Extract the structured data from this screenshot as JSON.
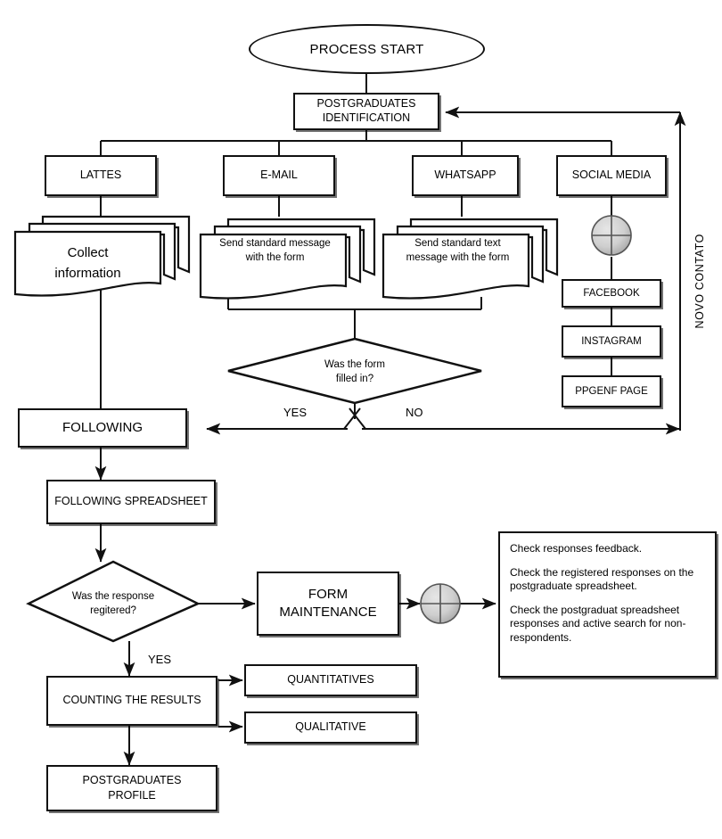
{
  "diagram": {
    "title": "Postgraduates identification and follow-up process flowchart",
    "nodes": {
      "process_start": "PROCESS START",
      "postgraduates_identification": "POSTGRADUATES\nIDENTIFICATION",
      "lattes": "LATTES",
      "email": "E-MAIL",
      "whatsapp": "WHATSAPP",
      "social_media": "SOCIAL MEDIA",
      "collect_information": "Collect\ninformation",
      "send_standard_message": "Send standard message\nwith the form",
      "send_standard_text": "Send standard text\nmessage with the form",
      "facebook": "FACEBOOK",
      "instagram": "INSTAGRAM",
      "ppgenf_page": "PPGENF PAGE",
      "decision_form_filled": "Was the form\nfilled in?",
      "following": "FOLLOWING",
      "following_spreadsheet": "FOLLOWING SPREADSHEET",
      "decision_response_registered": "Was the response\nregitered?",
      "form_maintenance": "FORM\nMAINTENANCE",
      "counting_the_results": "COUNTING THE RESULTS",
      "quantitatives": "QUANTITATIVES",
      "qualitative": "QUALITATIVE",
      "postgraduates_profile": "POSTGRADUATES\nPROFILE"
    },
    "edge_labels": {
      "yes_form": "YES",
      "no_form": "NO",
      "yes_registered": "YES"
    },
    "loop_label": "NOVO CONTATO",
    "note": {
      "lines": [
        "Check responses feedback.",
        "Check the registered responses on the postgraduate spreadsheet.",
        "Check the postgraduat spreadsheet responses and active search for non-respondents."
      ]
    },
    "colors": {
      "stroke": "#111111",
      "background": "#ffffff",
      "junction_fill": "#c9c9c9"
    }
  }
}
